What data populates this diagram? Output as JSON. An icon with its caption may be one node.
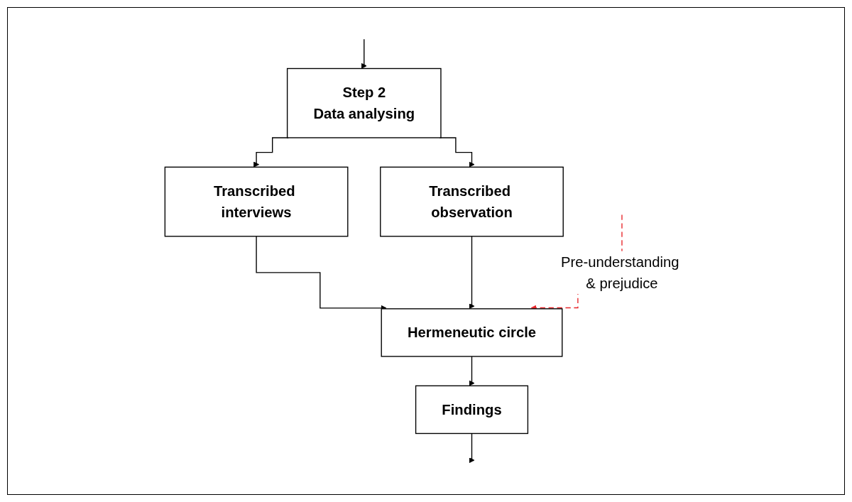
{
  "diagram": {
    "nodes": [
      {
        "text": [
          "Step 2",
          "Data analysing"
        ]
      },
      {
        "text": [
          "Transcribed interviews"
        ]
      },
      {
        "text": [
          "Transcribed observation"
        ]
      },
      {
        "text": [
          "Hermeneutic circle"
        ]
      },
      {
        "text": [
          "Findings"
        ]
      }
    ],
    "edges": [
      {
        "from": null,
        "to": 0,
        "arrow": "to"
      },
      {
        "from": 0,
        "to": 1,
        "arrow": "to"
      },
      {
        "from": 0,
        "to": 2,
        "arrow": "to"
      },
      {
        "from": 1,
        "to": 3,
        "arrow": "to"
      },
      {
        "from": 2,
        "to": 3,
        "arrow": "to"
      },
      {
        "from": null,
        "to": 3,
        "arrow": "to",
        "label": "Pre-understanding & prejudice",
        "style": "dashed",
        "color": "#e8262a"
      },
      {
        "from": 3,
        "to": 4,
        "arrow": "to"
      },
      {
        "from": 4,
        "to": null,
        "arrow": "to"
      }
    ]
  }
}
